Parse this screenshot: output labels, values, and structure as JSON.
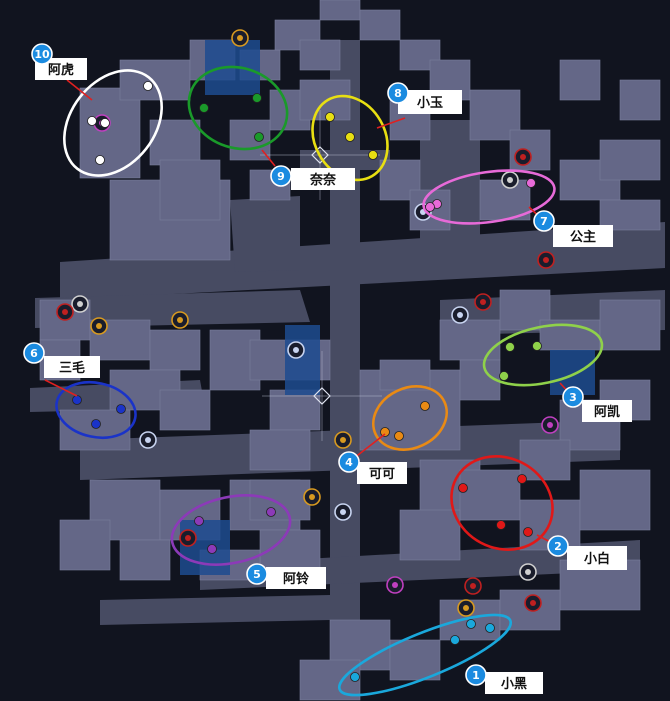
{
  "colors": {
    "background": "#11141f",
    "road": "#474b62",
    "block": "#646787",
    "water": "#1d4b8f",
    "badge": "#1b8be0",
    "label_bg": "#ffffff"
  },
  "markers": [
    {
      "id": "1",
      "name": "小黑",
      "color": "#1aa8dc"
    },
    {
      "id": "2",
      "name": "小白",
      "color": "#e01818"
    },
    {
      "id": "3",
      "name": "阿凯",
      "color": "#8fd14a"
    },
    {
      "id": "4",
      "name": "可可",
      "color": "#e98a14"
    },
    {
      "id": "5",
      "name": "阿铃",
      "color": "#8c3ab8"
    },
    {
      "id": "6",
      "name": "三毛",
      "color": "#1a33c8"
    },
    {
      "id": "7",
      "name": "公主",
      "color": "#e76ad8"
    },
    {
      "id": "8",
      "name": "小玉",
      "color": "#e8df12"
    },
    {
      "id": "9",
      "name": "奈奈",
      "color": "#1a9a2a"
    },
    {
      "id": "10",
      "name": "阿虎",
      "color": "#ffffff"
    }
  ],
  "icons": [
    {
      "name": "fork-knife-icon",
      "color": "#d89a20"
    },
    {
      "name": "shopping-cart-icon",
      "color": "#d89a20"
    },
    {
      "name": "car-icon",
      "color": "#d0d0d0"
    },
    {
      "name": "gamepad-icon",
      "color": "#c040c0"
    },
    {
      "name": "wrench-icon",
      "color": "#c8d4f0"
    },
    {
      "name": "no-entry-icon",
      "color": "#c02020"
    },
    {
      "name": "heart-icon",
      "color": "#c02020"
    },
    {
      "name": "pawn-icon",
      "color": "#c8d4f0"
    }
  ]
}
